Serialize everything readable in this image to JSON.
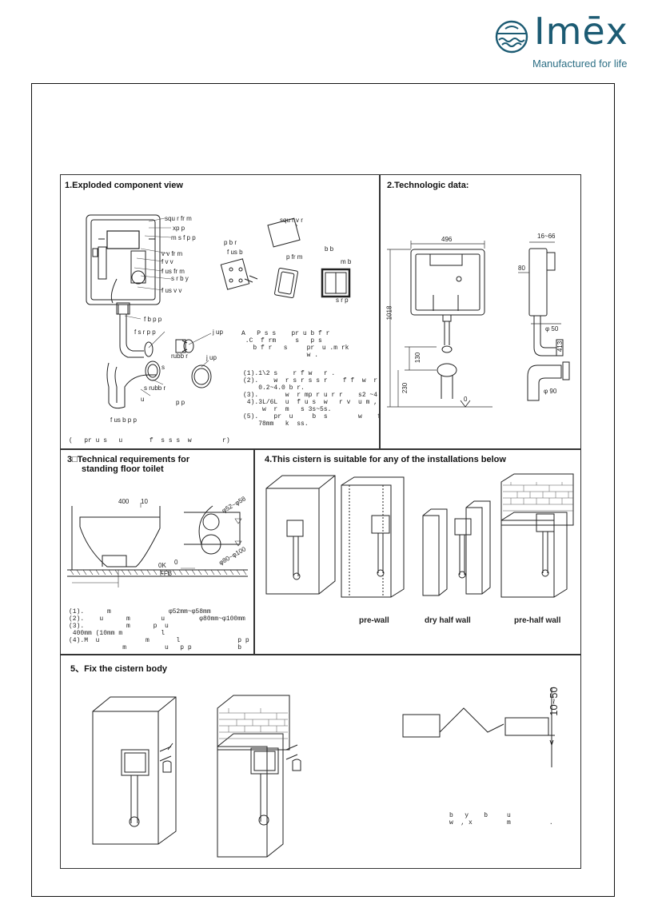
{
  "brand": {
    "name": "Imēx",
    "tagline": "Manufactured for life",
    "color": "#1c5b73"
  },
  "sections": {
    "s1": {
      "title": "1.Exploded component view",
      "labels": [
        "squ r fr m",
        "xp p",
        "m s f p p",
        "v v fr m",
        "f v v",
        "f us fr m",
        "s r b y",
        "f us v v",
        "f b p p",
        "f s r p p",
        "j up",
        "rubb r",
        "j up",
        "s",
        "s rubb r",
        "u",
        "p p",
        "f us b p p",
        "squ r v r",
        "p b r",
        "f us b",
        "p fr m",
        "b b",
        "m b",
        "s r p"
      ],
      "note": "A   P s s    pr u b f r\n .C  f rm     s   p s\n   b f r   s     pr  u .m rk\n                 w .",
      "specs": "(1).1\\2 s    r f w   r .\n(2).    w  r s r s s r    f f  w  r s\n    0.2~4.0 b r.\n(3).       w  r mp r u r r    s2 ~4\n 4).3L/6L  u  f u s  w   r v  u m ,  f u s\n     w  r  m   s 3s~5s.\n(5).    pr  u     b  s        w    f\n    78mm   k  ss.",
      "footer": "(   pr u s   u       f  s s s  w        r)"
    },
    "s2": {
      "title": "2.Technologic data:",
      "dims": [
        "496",
        "1018",
        "130",
        "230",
        "16~66",
        "80",
        "φ 50",
        "φ 90",
        "0",
        "413"
      ]
    },
    "s3": {
      "title": "3□Technical requirements for",
      "title2": "standing floor toilet",
      "dims": [
        "400",
        "10",
        "φ52~φ58",
        "φ80~φ100",
        "0K",
        "FFB",
        "0"
      ],
      "specs": "(1).      m               φ52mm~φ58mm\n(2).    u      m        u         φ80mm~φ100mm\n(3).           m      p  u\n 400mm (10mm m          l\n(4).M  u            m       l               p p           .\n              m          u   p p            b        ."
    },
    "s4": {
      "title": "4.This cistern is suitable for any of the installations below",
      "captions": [
        "pre-wall",
        "dry half wall",
        "pre-half wall"
      ]
    },
    "s5": {
      "title": "5、Fix the cistern body",
      "dims": [
        "10~50"
      ],
      "note": "b   y    b     u\nw  , x         m          ."
    }
  }
}
